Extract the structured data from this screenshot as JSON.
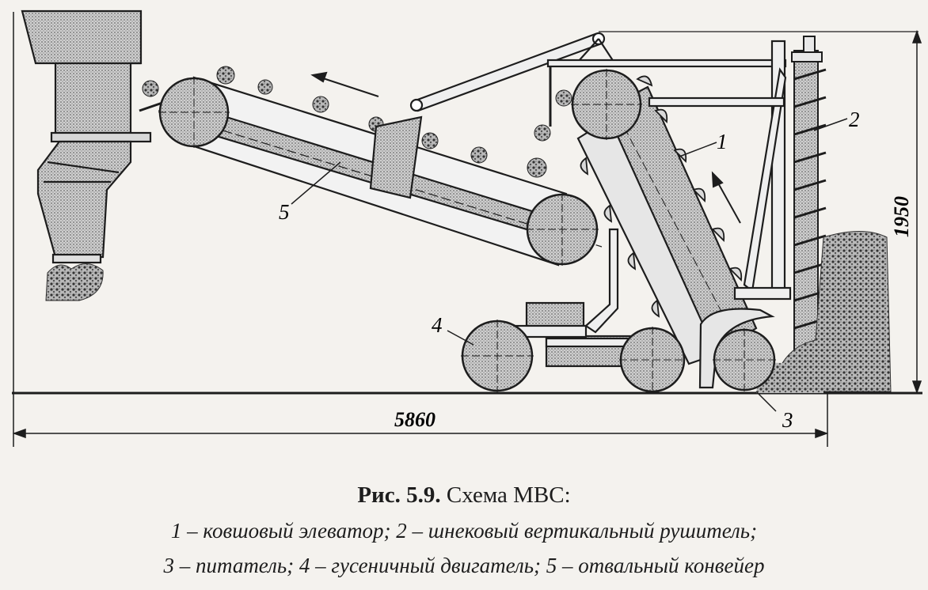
{
  "figure": {
    "label": "Рис. 5.9.",
    "title": "Схема МВС:",
    "legend_line1": "1 – ковшовый элеватор; 2 – шнековый вертикальный рушитель;",
    "legend_line2": "3 – питатель; 4 – гусеничный двигатель; 5 – отвальный конвейер"
  },
  "dimensions": {
    "length": "5860",
    "height": "1950"
  },
  "parts": {
    "p1": "1",
    "p2": "2",
    "p3": "3",
    "p4": "4",
    "p5": "5"
  }
}
